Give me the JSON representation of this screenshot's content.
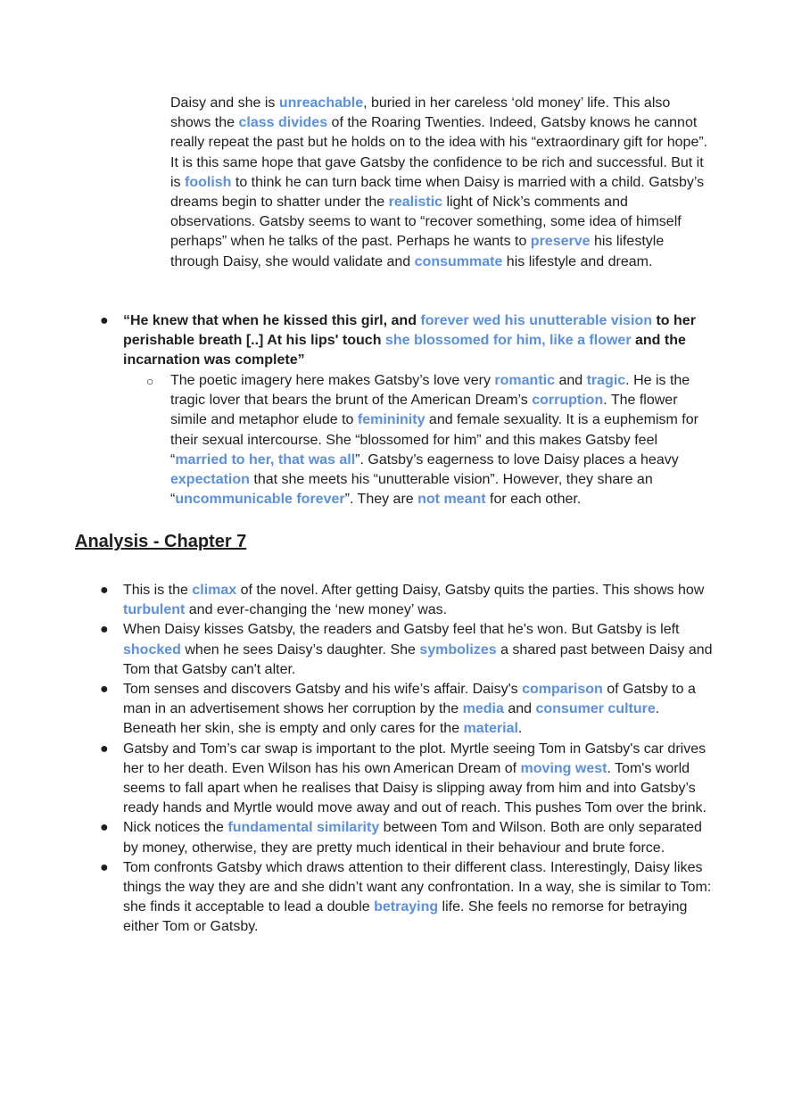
{
  "continuation_paragraph": {
    "segments": [
      {
        "t": "Daisy and she is "
      },
      {
        "t": "unreachable",
        "hl": true
      },
      {
        "t": ", buried in her careless ‘old money’ life. This also shows the "
      },
      {
        "t": "class divides",
        "hl": true
      },
      {
        "t": " of the Roaring Twenties. Indeed, Gatsby knows he cannot really repeat the past but he holds on to the idea with his “extraordinary gift for hope”. It is this same hope that gave Gatsby the confidence to be rich and successful. But it is "
      },
      {
        "t": "foolish",
        "hl": true
      },
      {
        "t": " to think he can turn back time when Daisy is married with a child. Gatsby’s dreams begin to shatter under the "
      },
      {
        "t": "realistic",
        "hl": true
      },
      {
        "t": " light of Nick’s comments and observations. Gatsby seems to want to “recover something, some idea of himself perhaps” when he talks of the past. Perhaps he wants to "
      },
      {
        "t": "preserve",
        "hl": true
      },
      {
        "t": " his lifestyle through Daisy, she would validate and "
      },
      {
        "t": "consummate",
        "hl": true
      },
      {
        "t": " his lifestyle and dream."
      }
    ]
  },
  "quote_bullet": {
    "bullet": "●",
    "segments": [
      {
        "t": "“He knew that when he kissed this girl, and "
      },
      {
        "t": "forever wed his unutterable vision",
        "hl": true
      },
      {
        "t": " to her perishable breath [..] At his lips' touch "
      },
      {
        "t": "she blossomed for him, like a flower",
        "hl": true
      },
      {
        "t": " and the incarnation was complete”"
      }
    ]
  },
  "sub_bullet": {
    "bullet": "○",
    "segments": [
      {
        "t": "The poetic imagery here makes Gatsby’s love very "
      },
      {
        "t": "romantic",
        "hl": true
      },
      {
        "t": " and "
      },
      {
        "t": "tragic",
        "hl": true
      },
      {
        "t": ". He is the tragic lover that bears the brunt of the American Dream’s "
      },
      {
        "t": "corruption",
        "hl": true
      },
      {
        "t": ". The flower simile and metaphor elude to "
      },
      {
        "t": "femininity",
        "hl": true
      },
      {
        "t": " and female sexuality. It is a euphemism for their sexual intercourse. She “blossomed for him” and this makes Gatsby feel “"
      },
      {
        "t": "married to her, that was all",
        "hl": true
      },
      {
        "t": "”. Gatsby’s eagerness to love Daisy places a heavy "
      },
      {
        "t": "expectation",
        "hl": true
      },
      {
        "t": " that she meets his “unutterable vision”. However, they share an “"
      },
      {
        "t": "uncommunicable forever",
        "hl": true
      },
      {
        "t": "”. They are "
      },
      {
        "t": "not meant",
        "hl": true
      },
      {
        "t": " for each other."
      }
    ]
  },
  "section_heading": "Analysis - Chapter 7",
  "analysis_items": [
    {
      "bullet": "●",
      "segments": [
        {
          "t": "This is the "
        },
        {
          "t": "climax",
          "hl": true
        },
        {
          "t": " of the novel. After getting Daisy, Gatsby quits the parties. This shows how "
        },
        {
          "t": "turbulent",
          "hl": true
        },
        {
          "t": " and ever-changing the ‘new money’ was."
        }
      ]
    },
    {
      "bullet": "●",
      "segments": [
        {
          "t": "When Daisy kisses Gatsby, the readers and Gatsby feel that he's won. But Gatsby is left "
        },
        {
          "t": "shocked",
          "hl": true
        },
        {
          "t": " when he sees Daisy’s daughter. She "
        },
        {
          "t": "symbolizes",
          "hl": true
        },
        {
          "t": " a shared past between Daisy and Tom that Gatsby can't alter."
        }
      ]
    },
    {
      "bullet": "●",
      "segments": [
        {
          "t": "Tom senses and discovers Gatsby and his wife’s affair. Daisy's "
        },
        {
          "t": "comparison",
          "hl": true
        },
        {
          "t": " of Gatsby to a man in an advertisement shows her corruption by the "
        },
        {
          "t": "media",
          "hl": true
        },
        {
          "t": " and "
        },
        {
          "t": "consumer culture",
          "hl": true
        },
        {
          "t": ". Beneath her skin, she is empty and only cares for the "
        },
        {
          "t": "material",
          "hl": true
        },
        {
          "t": "."
        }
      ]
    },
    {
      "bullet": "●",
      "segments": [
        {
          "t": "Gatsby and Tom’s car swap is important to the plot. Myrtle seeing Tom in Gatsby's car drives her to her death. Even Wilson has his own American Dream of "
        },
        {
          "t": "moving west",
          "hl": true
        },
        {
          "t": ". Tom's world seems to fall apart when he realises that Daisy is slipping away from him and into Gatsby’s ready hands and Myrtle would move away and out of reach. This pushes Tom over the brink."
        }
      ]
    },
    {
      "bullet": "●",
      "segments": [
        {
          "t": "Nick notices the "
        },
        {
          "t": "fundamental similarity",
          "hl": true
        },
        {
          "t": " between Tom and Wilson. Both are only separated by money, otherwise, they are pretty much identical in their behaviour and brute force."
        }
      ]
    },
    {
      "bullet": "●",
      "segments": [
        {
          "t": "Tom confronts Gatsby which draws attention to their different class. Interestingly, Daisy likes things the way they are and she didn’t want any confrontation. In a way, she is similar to Tom: she finds it acceptable to lead a double "
        },
        {
          "t": "betraying",
          "hl": true
        },
        {
          "t": " life. She feels no remorse for betraying either Tom or Gatsby."
        }
      ]
    }
  ],
  "colors": {
    "highlight": "#5b8fe0",
    "text": "#1f1f1f",
    "background": "#ffffff"
  }
}
